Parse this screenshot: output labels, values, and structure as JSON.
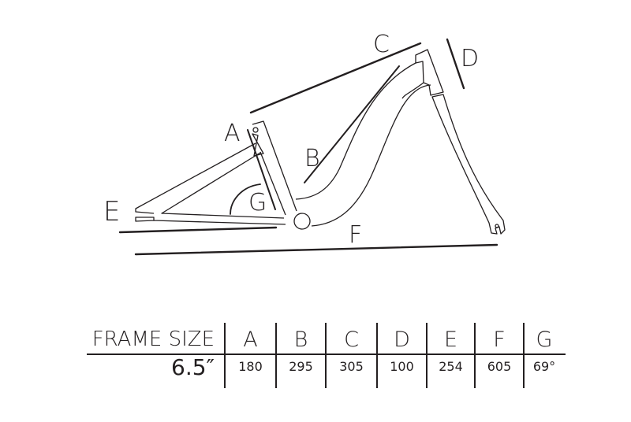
{
  "diagram": {
    "labels": {
      "A": "A",
      "B": "B",
      "C": "C",
      "D": "D",
      "E": "E",
      "F": "F",
      "G": "G"
    }
  },
  "table": {
    "header_label": "FRAME SIZE",
    "columns": [
      "A",
      "B",
      "C",
      "D",
      "E",
      "F",
      "G"
    ],
    "row": {
      "frame_size": "6.5″",
      "values": [
        "180",
        "295",
        "305",
        "100",
        "254",
        "605",
        "69°"
      ]
    }
  }
}
